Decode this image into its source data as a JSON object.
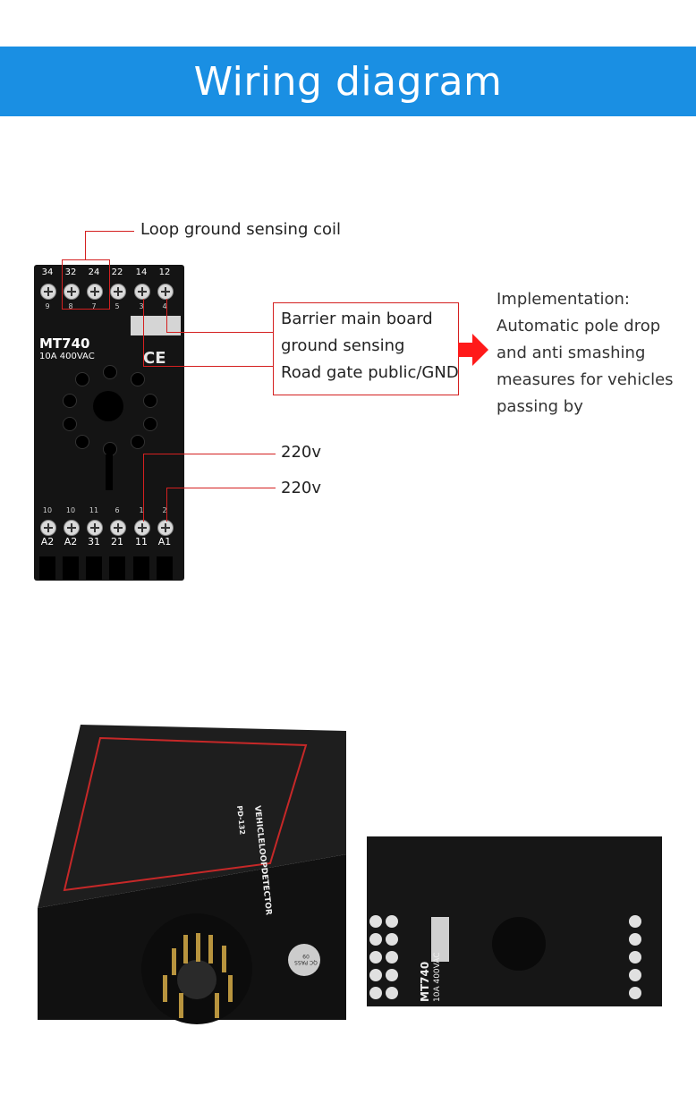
{
  "banner": {
    "title": "Wiring diagram"
  },
  "module": {
    "top_pins": [
      "34",
      "32",
      "24",
      "22",
      "14",
      "12"
    ],
    "top_pin_numbers": [
      "9",
      "8",
      "7",
      "5",
      "3",
      "4"
    ],
    "bottom_pin_numbers": [
      "10",
      "10",
      "11",
      "6",
      "1",
      "2"
    ],
    "bottom_pins": [
      "A2",
      "A2",
      "31",
      "21",
      "11",
      "A1"
    ],
    "model": "MT740",
    "rating": "10A 400VAC",
    "ce": "CE"
  },
  "callouts": {
    "loop": "Loop ground sensing coil",
    "barrier_line1": "Barrier main board",
    "barrier_line2": "ground sensing",
    "barrier_line3": "Road gate public/GND",
    "power1": "220v",
    "power2": "220v"
  },
  "implementation": {
    "lines": [
      "Implementation:",
      "Automatic pole drop",
      "and anti smashing",
      "measures for vehicles",
      "passing by"
    ]
  },
  "photo_labels": {
    "detector_title": "VEHICLELOOPDETECTOR",
    "detector_model": "PD-132",
    "qc": "QC PASS 09",
    "base_model": "MT740",
    "base_rating": "10A 400VAC"
  },
  "colors": {
    "banner": "#1a8fe3",
    "callout": "#d42020",
    "arrow": "#ff1a1a"
  }
}
